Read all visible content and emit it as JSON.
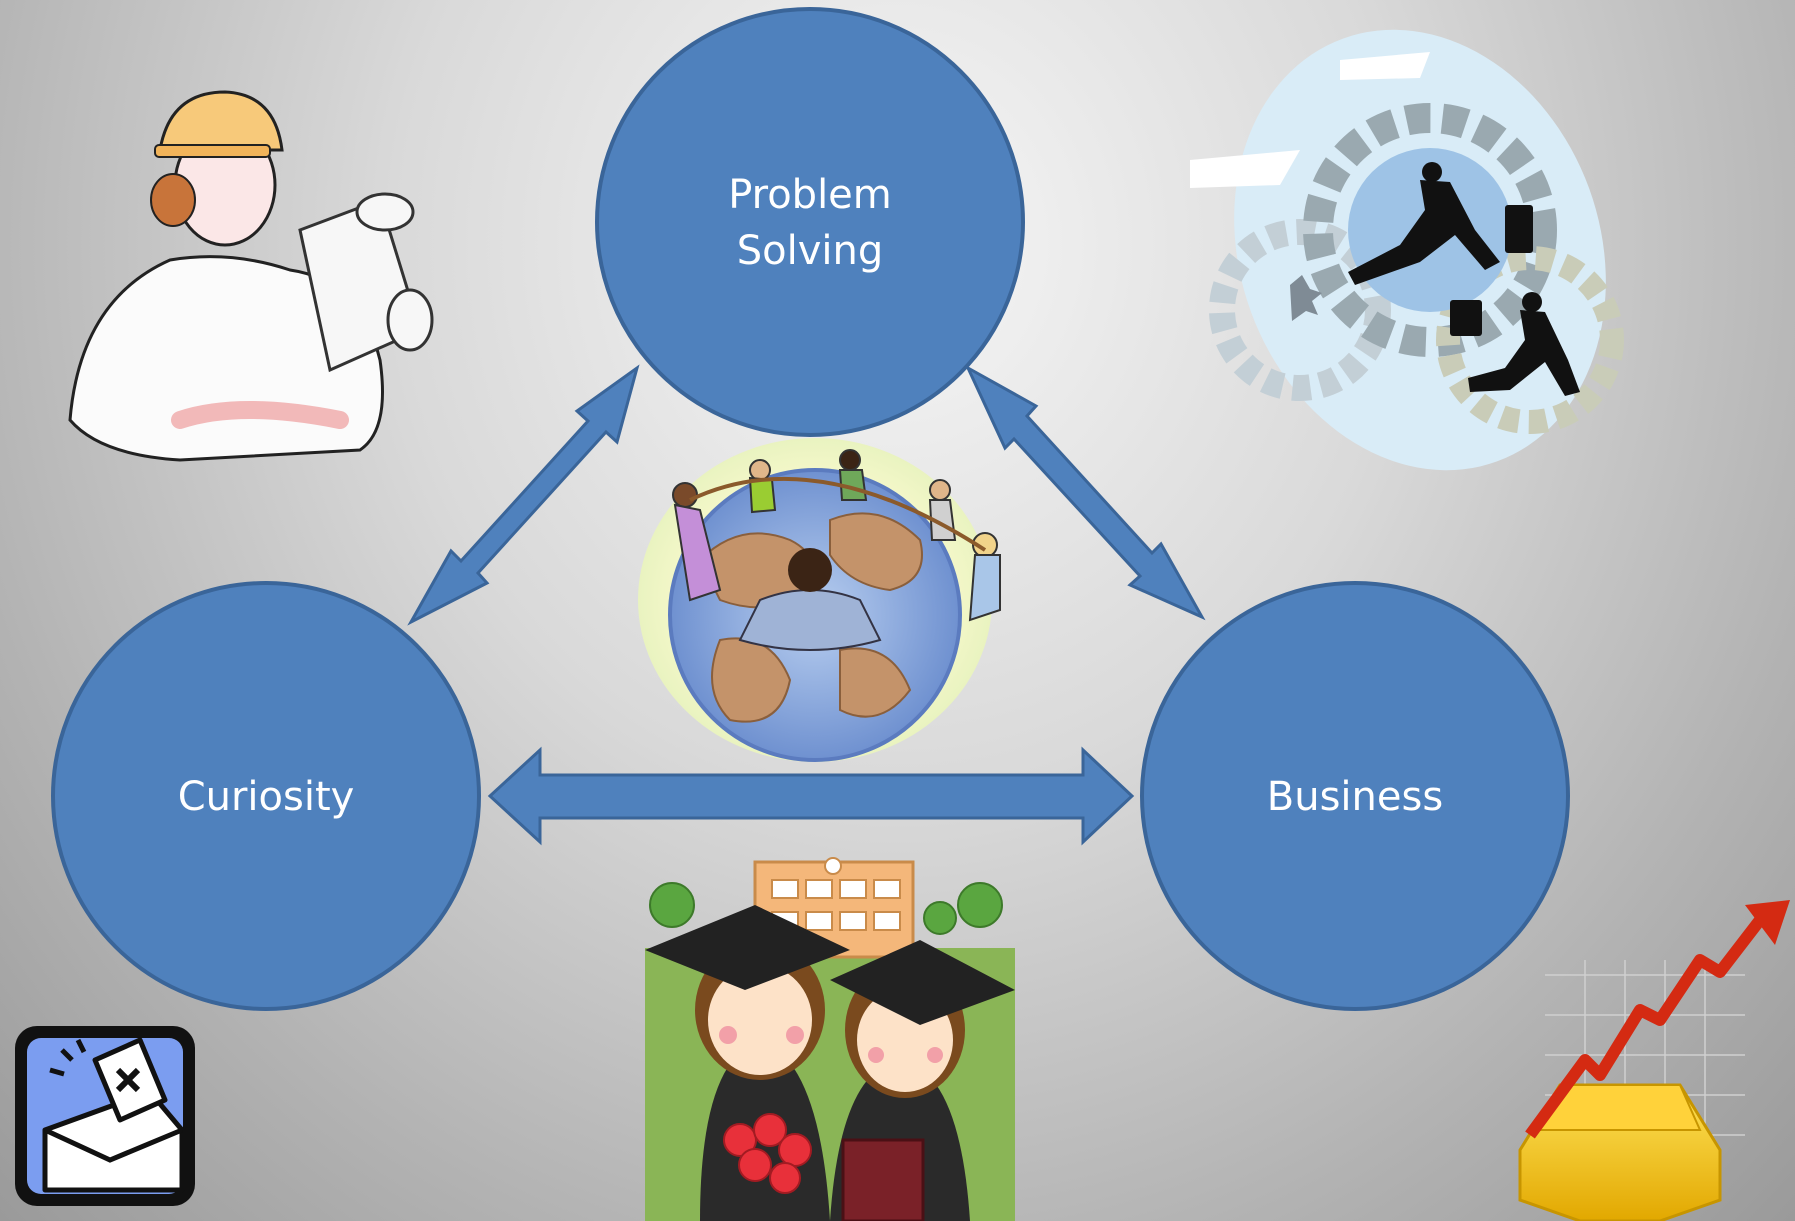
{
  "diagram": {
    "nodes": [
      {
        "id": "problem-solving",
        "lines": [
          "Problem",
          "Solving"
        ]
      },
      {
        "id": "curiosity",
        "lines": [
          "Curiosity"
        ]
      },
      {
        "id": "business",
        "lines": [
          "Business"
        ]
      }
    ],
    "edges": [
      {
        "from": "problem-solving",
        "to": "curiosity",
        "arrows": "both"
      },
      {
        "from": "problem-solving",
        "to": "business",
        "arrows": "both"
      },
      {
        "from": "curiosity",
        "to": "business",
        "arrows": "both"
      }
    ],
    "clipart": [
      {
        "name": "engineer-clipart",
        "depicts": "woman in hard hat holding blueprints"
      },
      {
        "name": "businessmen-gears-clipart",
        "depicts": "businessmen leaping across gears"
      },
      {
        "name": "people-around-globe-clipart",
        "depicts": "people holding hands around a globe"
      },
      {
        "name": "ballot-box-icon",
        "depicts": "ballot being cast into box"
      },
      {
        "name": "graduates-clipart",
        "depicts": "two graduates in caps and gowns"
      },
      {
        "name": "growth-chart-clipart",
        "depicts": "red rising arrow over gold pedestal"
      }
    ],
    "colors": {
      "node_fill": "#4f81bd",
      "node_stroke": "#3a6599",
      "arrow_fill": "#4f81bd",
      "label_text": "#ffffff"
    }
  }
}
